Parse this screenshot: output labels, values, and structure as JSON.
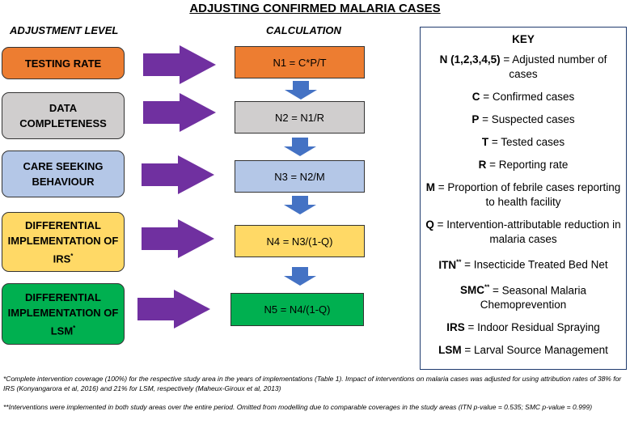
{
  "title": "ADJUSTING CONFIRMED MALARIA CASES",
  "headers": {
    "adjustment": "ADJUSTMENT LEVEL",
    "calculation": "CALCULATION"
  },
  "levels": [
    {
      "text": "TESTING RATE",
      "sup": "",
      "color": "#ed7d31",
      "calc": "N1 = C*P/T",
      "calc_color": "#ed7d31"
    },
    {
      "text": "DATA COMPLETENESS",
      "sup": "",
      "color": "#d0cece",
      "calc": "N2 = N1/R",
      "calc_color": "#d0cece"
    },
    {
      "text": "CARE SEEKING BEHAVIOUR",
      "sup": "",
      "color": "#b4c7e7",
      "calc": "N3 = N2/M",
      "calc_color": "#b4c7e7"
    },
    {
      "text": "DIFFERENTIAL IMPLEMENTATION OF IRS",
      "sup": "*",
      "color": "#ffd966",
      "calc": "N4 = N3/(1-Q)",
      "calc_color": "#ffd966"
    },
    {
      "text": "DIFFERENTIAL IMPLEMENTATION OF LSM",
      "sup": "*",
      "color": "#00b050",
      "calc": "N5 = N4/(1-Q)",
      "calc_color": "#00b050"
    }
  ],
  "colors": {
    "arrow": "#7030a0",
    "down_arrow": "#4472c4",
    "key_border": "#1f3b6e"
  },
  "key": {
    "title": "KEY",
    "items": [
      {
        "term": "N (1,2,3,4,5)",
        "sup": "",
        "def": " = Adjusted number of cases"
      },
      {
        "term": "C",
        "sup": "",
        "def": " = Confirmed cases"
      },
      {
        "term": "P",
        "sup": "",
        "def": " = Suspected cases"
      },
      {
        "term": "T",
        "sup": "",
        "def": " = Tested cases"
      },
      {
        "term": "R",
        "sup": "",
        "def": " = Reporting rate"
      },
      {
        "term": "M",
        "sup": "",
        "def": " = Proportion of febrile cases reporting to health facility"
      },
      {
        "term": "Q",
        "sup": "",
        "def": " = Intervention-attributable reduction in malaria cases"
      },
      {
        "term": "ITN",
        "sup": "**",
        "def": " = Insecticide Treated Bed Net"
      },
      {
        "term": "SMC",
        "sup": "**",
        "def": " = Seasonal Malaria Chemoprevention"
      },
      {
        "term": "IRS",
        "sup": "",
        "def": " = Indoor Residual Spraying"
      },
      {
        "term": "LSM",
        "sup": "",
        "def": " = Larval Source Management"
      }
    ]
  },
  "footnotes": [
    "*Complete intervention coverage (100%) for the respective study area in the years of implementations (Table 1). Impact of interventions on malaria cases was adjusted for using attribution rates of 38% for IRS (Konyangarora et al, 2016) and 21% for LSM, respectively (Maheux-Giroux et al, 2013)",
    "**Interventions were implemented in both study areas over the entire period. Omitted from modelling due to comparable coverages in the study areas (ITN p-value = 0.535; SMC p-value = 0.999)"
  ]
}
